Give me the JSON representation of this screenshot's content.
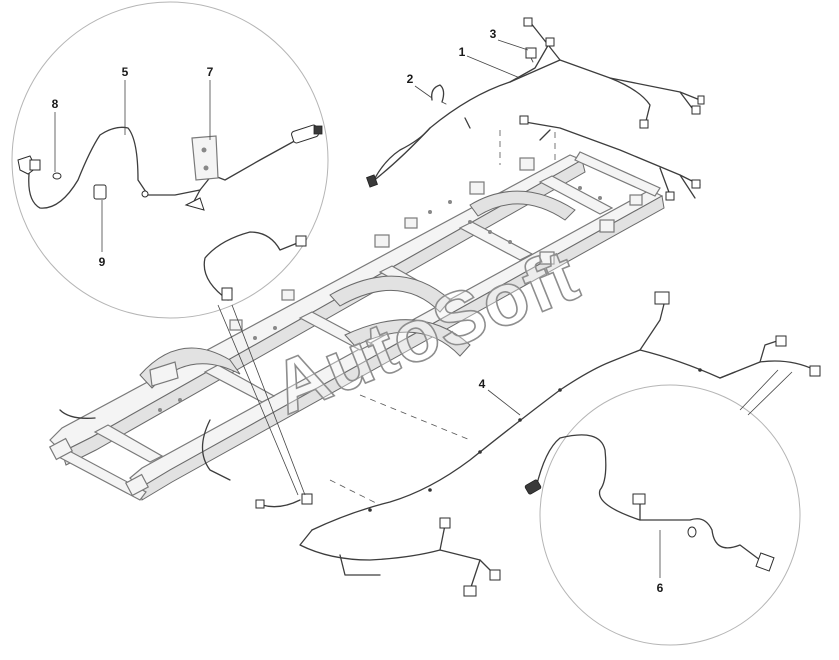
{
  "diagram": {
    "callouts": [
      {
        "id": "1",
        "label": "1"
      },
      {
        "id": "2",
        "label": "2"
      },
      {
        "id": "3",
        "label": "3"
      },
      {
        "id": "4",
        "label": "4"
      },
      {
        "id": "5",
        "label": "5"
      },
      {
        "id": "6",
        "label": "6"
      },
      {
        "id": "7",
        "label": "7"
      },
      {
        "id": "8",
        "label": "8"
      },
      {
        "id": "9",
        "label": "9"
      }
    ],
    "watermark": "AutoSoft",
    "colors": {
      "background": "#ffffff",
      "frame_fill": "#f4f4f4",
      "line": "#3d3d3d",
      "detail_circle": "#b5b5b5"
    }
  }
}
